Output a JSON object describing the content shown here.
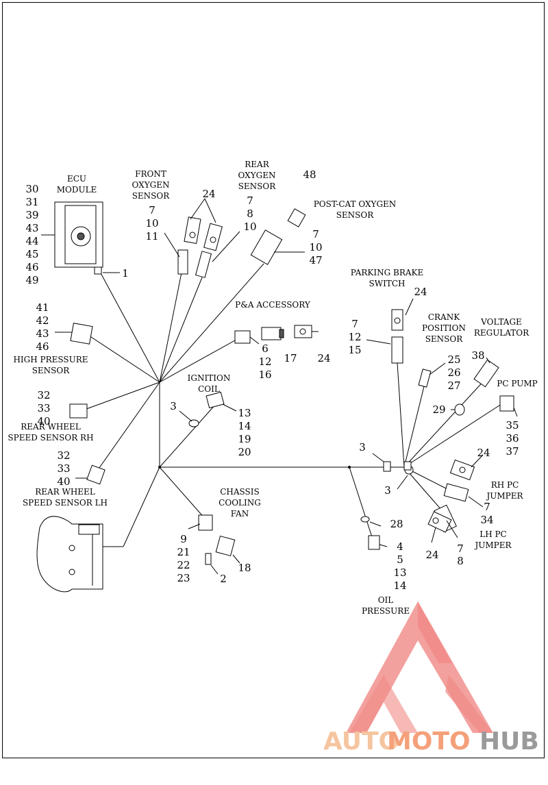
{
  "labels": {
    "ecu": [
      "ECU",
      "MODULE"
    ],
    "front_o2": [
      "FRONT",
      "OXYGEN",
      "SENSOR"
    ],
    "rear_o2": [
      "REAR",
      "OXYGEN",
      "SENSOR"
    ],
    "post_cat": [
      "POST-CAT OXYGEN",
      "SENSOR"
    ],
    "pa_accessory": [
      "P&A ACCESSORY"
    ],
    "parking_brake": [
      "PARKING BRAKE",
      "SWITCH"
    ],
    "crank": [
      "CRANK",
      "POSITION",
      "SENSOR"
    ],
    "voltage_reg": [
      "VOLTAGE",
      "REGULATOR"
    ],
    "pc_pump": [
      "PC PUMP"
    ],
    "high_pressure": [
      "HIGH PRESSURE",
      "SENSOR"
    ],
    "ignition": [
      "IGNITION",
      "COIL"
    ],
    "rear_wheel_rh": [
      "REAR WHEEL",
      "SPEED SENSOR RH"
    ],
    "rear_wheel_lh": [
      "REAR WHEEL",
      "SPEED SENSOR LH"
    ],
    "chassis_fan": [
      "CHASSIS",
      "COOLING",
      "FAN"
    ],
    "rh_pc_jumper": [
      "RH PC",
      "JUMPER"
    ],
    "lh_pc_jumper": [
      "LH PC",
      "JUMPER"
    ],
    "oil_pressure": [
      "OIL",
      "PRESSURE"
    ]
  },
  "callouts": {
    "ecu": [
      "30",
      "31",
      "39",
      "43",
      "44",
      "45",
      "46",
      "49"
    ],
    "ecu_1": [
      "1"
    ],
    "front_o2": [
      "7",
      "10",
      "11"
    ],
    "top_24": [
      "24"
    ],
    "rear_o2": [
      "7",
      "8",
      "10"
    ],
    "post_cat_48": [
      "48"
    ],
    "post_cat": [
      "7",
      "10",
      "47"
    ],
    "pa_6": [
      "6",
      "12",
      "16"
    ],
    "pa_17": [
      "17"
    ],
    "pa_24": [
      "24"
    ],
    "parking_24": [
      "24"
    ],
    "parking": [
      "7",
      "12",
      "15"
    ],
    "crank": [
      "25",
      "26",
      "27"
    ],
    "vr_38": [
      "38"
    ],
    "vr_29": [
      "29"
    ],
    "pc_pump": [
      "35",
      "36",
      "37"
    ],
    "high_pressure": [
      "41",
      "42",
      "43",
      "46"
    ],
    "ign_3": [
      "3"
    ],
    "ign": [
      "13",
      "14",
      "19",
      "20"
    ],
    "rh_wheel": [
      "32",
      "33",
      "40"
    ],
    "lh_wheel": [
      "32",
      "33",
      "40"
    ],
    "main_3a": [
      "3"
    ],
    "main_3b": [
      "3"
    ],
    "rh_jumper_24": [
      "24"
    ],
    "rh_jumper": [
      "7",
      "34"
    ],
    "lh_jumper_24": [
      "24"
    ],
    "lh_jumper": [
      "7",
      "8"
    ],
    "oil_28": [
      "28"
    ],
    "oil": [
      "4",
      "5",
      "13",
      "14"
    ],
    "fan_9": [
      "9",
      "21",
      "22",
      "23"
    ],
    "fan_18": [
      "18"
    ],
    "fan_2": [
      "2"
    ]
  },
  "watermark": {
    "part1": "AUTO",
    "part2": "MOTO",
    "part3": "HUB",
    "color1": "#f5c5a0",
    "color2": "#f4a07a",
    "color3": "#9a9a9a",
    "logo_color": "#f08a86"
  }
}
